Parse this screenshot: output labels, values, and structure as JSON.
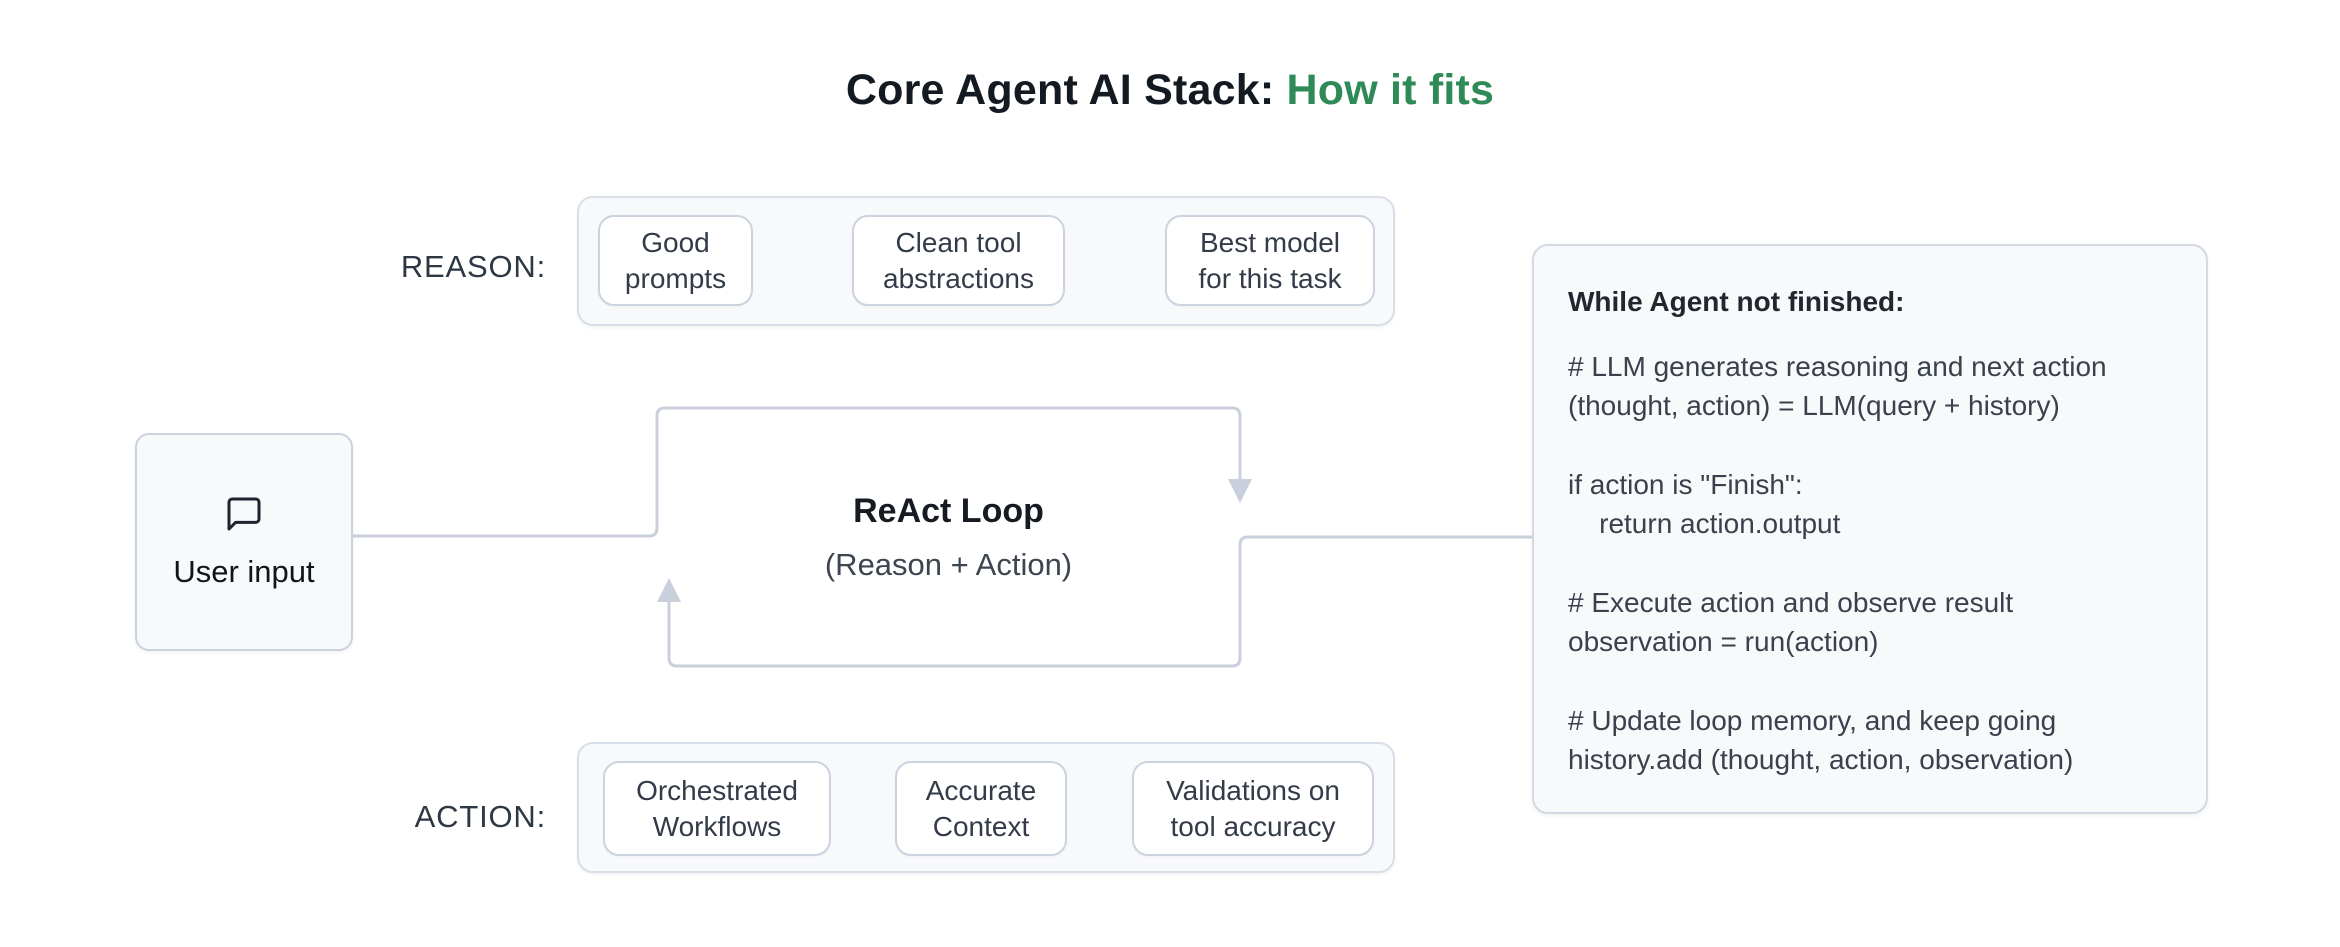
{
  "title": {
    "prefix": "Core Agent AI Stack: ",
    "highlight": "How it fits"
  },
  "reason_row": {
    "label": "REASON:",
    "chips": [
      {
        "lines": [
          "Good",
          "prompts"
        ]
      },
      {
        "lines": [
          "Clean tool",
          "abstractions"
        ]
      },
      {
        "lines": [
          "Best model",
          "for this task"
        ]
      }
    ]
  },
  "action_row": {
    "label": "ACTION:",
    "chips": [
      {
        "lines": [
          "Orchestrated",
          "Workflows"
        ]
      },
      {
        "lines": [
          "Accurate",
          "Context"
        ]
      },
      {
        "lines": [
          "Validations on",
          "tool accuracy"
        ]
      }
    ]
  },
  "user_input": {
    "icon": "speech-bubble-icon",
    "label": "User input"
  },
  "react_loop": {
    "title": "ReAct Loop",
    "subtitle": "(Reason + Action)"
  },
  "code_panel": {
    "heading": "While Agent not finished:",
    "blocks": [
      [
        "# LLM generates reasoning and next action",
        "(thought, action) = LLM(query + history)"
      ],
      [
        "if action is \"Finish\":",
        "    return action.output"
      ],
      [
        "# Execute action and observe result",
        "observation = run(action)"
      ],
      [
        "# Update loop memory, and keep going",
        "history.add (thought, action, observation)"
      ]
    ]
  },
  "colors": {
    "accent_green": "#2e8b57",
    "connector": "#c9d0db",
    "panel_bg": "#f8f9fb",
    "panel_border": "#d9dfe8",
    "chip_border": "#cbd3de",
    "text_dark": "#141a21",
    "text_slate": "#39414d"
  }
}
